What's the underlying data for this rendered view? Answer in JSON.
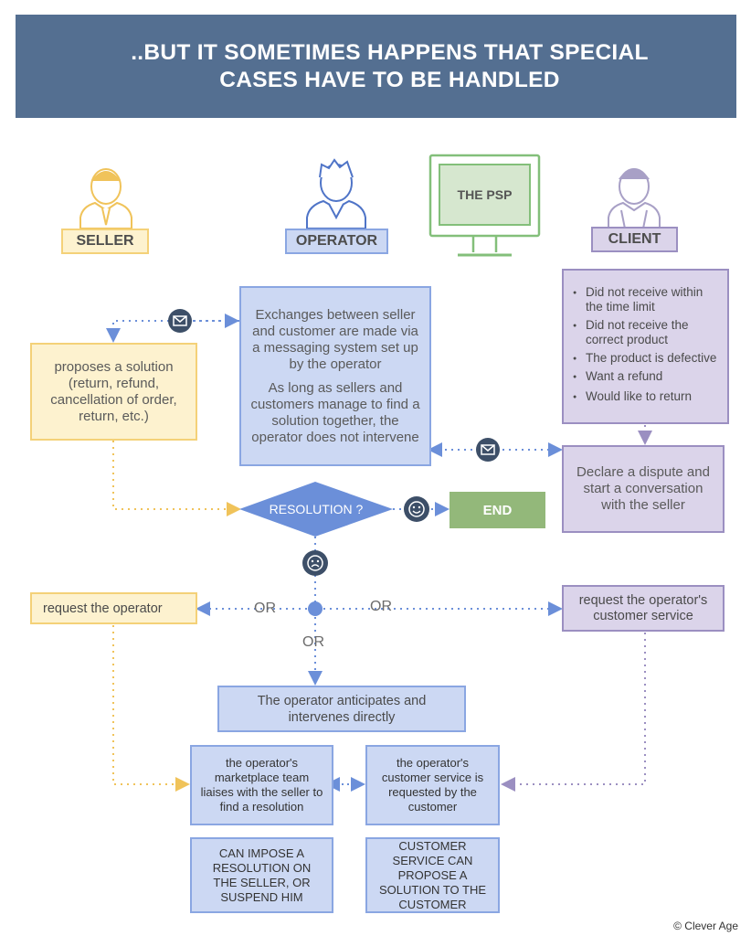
{
  "header": {
    "line1": "..BUT IT SOMETIMES HAPPENS THAT SPECIAL",
    "line2": "CASES HAVE TO BE HANDLED"
  },
  "roles": {
    "seller": "SELLER",
    "operator": "OPERATOR",
    "psp": "THE PSP",
    "client": "CLIENT"
  },
  "seller_box": {
    "text": "proposes a solution (return, refund, cancellation of order, return, etc.)"
  },
  "operator_box": {
    "p1": "Exchanges between seller and customer are made via a messaging system set up by the operator",
    "p2": "As long as sellers and customers manage to find a solution together, the operator does not intervene"
  },
  "client_list": [
    "Did not receive within the time limit",
    "Did not receive the correct product",
    "The product is defective",
    "Want a refund",
    "Would like to return"
  ],
  "dispute_box": {
    "text": "Declare a dispute and start a conversation with the seller"
  },
  "resolution": {
    "label": "RESOLUTION ?",
    "end": "END"
  },
  "or_labels": [
    "OR",
    "OR",
    "OR"
  ],
  "request_operator": "request the operator",
  "request_cs": "request the operator's customer service",
  "anticipates": "The operator anticipates and intervenes directly",
  "marketplace_team": "the operator's marketplace team liaises with the seller to find a resolution",
  "cs_requested": "the operator's customer service is requested by the customer",
  "impose": "CAN IMPOSE A RESOLUTION ON THE SELLER, OR SUSPEND HIM",
  "cs_propose": "CUSTOMER SERVICE CAN PROPOSE A SOLUTION TO THE CUSTOMER",
  "footer": "© Clever Age",
  "colors": {
    "header_bg": "#546f91",
    "seller": "#f4d178",
    "operator": "#8aa6e2",
    "client": "#9b8fc1",
    "psp": "#83bf7a",
    "diamond": "#6b8fd9",
    "icon_circle": "#3d4f68"
  },
  "icons": [
    "seller-person-icon",
    "operator-person-icon",
    "psp-monitor-icon",
    "client-person-icon",
    "envelope-icon",
    "smiley-happy-icon",
    "smiley-sad-icon"
  ]
}
